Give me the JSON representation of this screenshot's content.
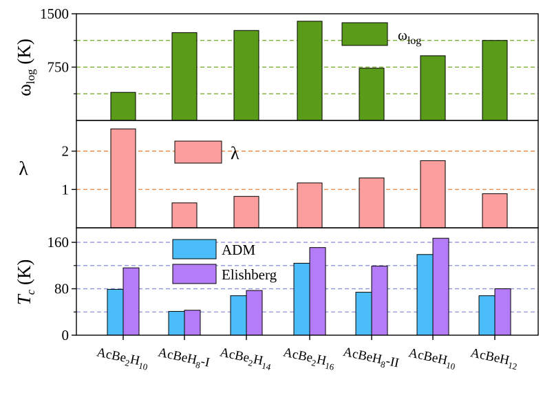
{
  "chart_data": [
    {
      "type": "bar",
      "categories": [
        "AcBe2H10",
        "AcBeH8-I",
        "AcBe2H14",
        "AcBe2H16",
        "AcBeH8-II",
        "AcBeH10",
        "AcBeH12"
      ],
      "series": [
        {
          "name": "ω_log",
          "values": [
            395,
            1235,
            1265,
            1395,
            735,
            910,
            1125
          ],
          "color": "#5b9b1a"
        }
      ],
      "ylabel": "ω_log (K)",
      "ylim": [
        0,
        1500
      ],
      "ticks": [
        "750",
        "1500"
      ],
      "gridlines": [
        375,
        750,
        1125
      ],
      "grid_color": "#6ea81e",
      "legend": "top-right"
    },
    {
      "type": "bar",
      "categories": [
        "AcBe2H10",
        "AcBeH8-I",
        "AcBe2H14",
        "AcBe2H16",
        "AcBeH8-II",
        "AcBeH10",
        "AcBeH12"
      ],
      "series": [
        {
          "name": "λ",
          "values": [
            2.58,
            0.65,
            0.82,
            1.17,
            1.3,
            1.75,
            0.89
          ],
          "color": "#fc9e9e"
        }
      ],
      "ylabel": "λ",
      "ylim": [
        0,
        2.8
      ],
      "ticks": [
        "1",
        "2"
      ],
      "gridlines": [
        1,
        2
      ],
      "grid_color": "#e8823a",
      "legend": "top-center"
    },
    {
      "type": "bar",
      "categories": [
        "AcBe2H10",
        "AcBeH8-I",
        "AcBe2H14",
        "AcBe2H16",
        "AcBeH8-II",
        "AcBeH10",
        "AcBeH12"
      ],
      "series": [
        {
          "name": "ADM",
          "values": [
            79,
            41,
            68,
            124,
            74,
            139,
            68
          ],
          "color": "#4bbdf9"
        },
        {
          "name": "Elishberg",
          "values": [
            116,
            43,
            77,
            151,
            119,
            167,
            80
          ],
          "color": "#b57cf7"
        }
      ],
      "ylabel": "T_c (K)",
      "ylim": [
        0,
        185
      ],
      "ticks": [
        "0",
        "80",
        "160"
      ],
      "gridlines": [
        40,
        80,
        120,
        160
      ],
      "grid_color": "#8e95dd",
      "legend": "top-left"
    }
  ],
  "labels": {
    "omega_axis": {
      "sym": "ω",
      "sub": "log",
      "unit": "(K)"
    },
    "omega_legend": {
      "sym": "ω",
      "sub": "log"
    },
    "lambda_axis": "λ",
    "lambda_legend": "λ",
    "tc_axis": {
      "sym": "T",
      "sub": "c",
      "unit": "(K)"
    },
    "adm_legend": "ADM",
    "eli_legend": "Elishberg"
  },
  "category_labels": [
    {
      "parts": [
        [
          "Ac",
          ""
        ],
        [
          "Be",
          ""
        ],
        [
          "2",
          "sub"
        ],
        [
          "H",
          ""
        ],
        [
          "10",
          "sub"
        ]
      ]
    },
    {
      "parts": [
        [
          "Ac",
          ""
        ],
        [
          "BeH",
          ""
        ],
        [
          "8",
          "sub"
        ],
        [
          "-I",
          ""
        ]
      ]
    },
    {
      "parts": [
        [
          "Ac",
          ""
        ],
        [
          "Be",
          ""
        ],
        [
          "2",
          "sub"
        ],
        [
          "H",
          ""
        ],
        [
          "14",
          "sub"
        ]
      ]
    },
    {
      "parts": [
        [
          "Ac",
          ""
        ],
        [
          "Be",
          ""
        ],
        [
          "2",
          "sub"
        ],
        [
          "H",
          ""
        ],
        [
          "16",
          "sub"
        ]
      ]
    },
    {
      "parts": [
        [
          "Ac",
          ""
        ],
        [
          "BeH",
          ""
        ],
        [
          "8",
          "sub"
        ],
        [
          "-II",
          ""
        ]
      ]
    },
    {
      "parts": [
        [
          "Ac",
          ""
        ],
        [
          "BeH",
          ""
        ],
        [
          "10",
          "sub"
        ]
      ]
    },
    {
      "parts": [
        [
          "Ac",
          ""
        ],
        [
          "BeH",
          ""
        ],
        [
          "12",
          "sub"
        ]
      ]
    }
  ]
}
